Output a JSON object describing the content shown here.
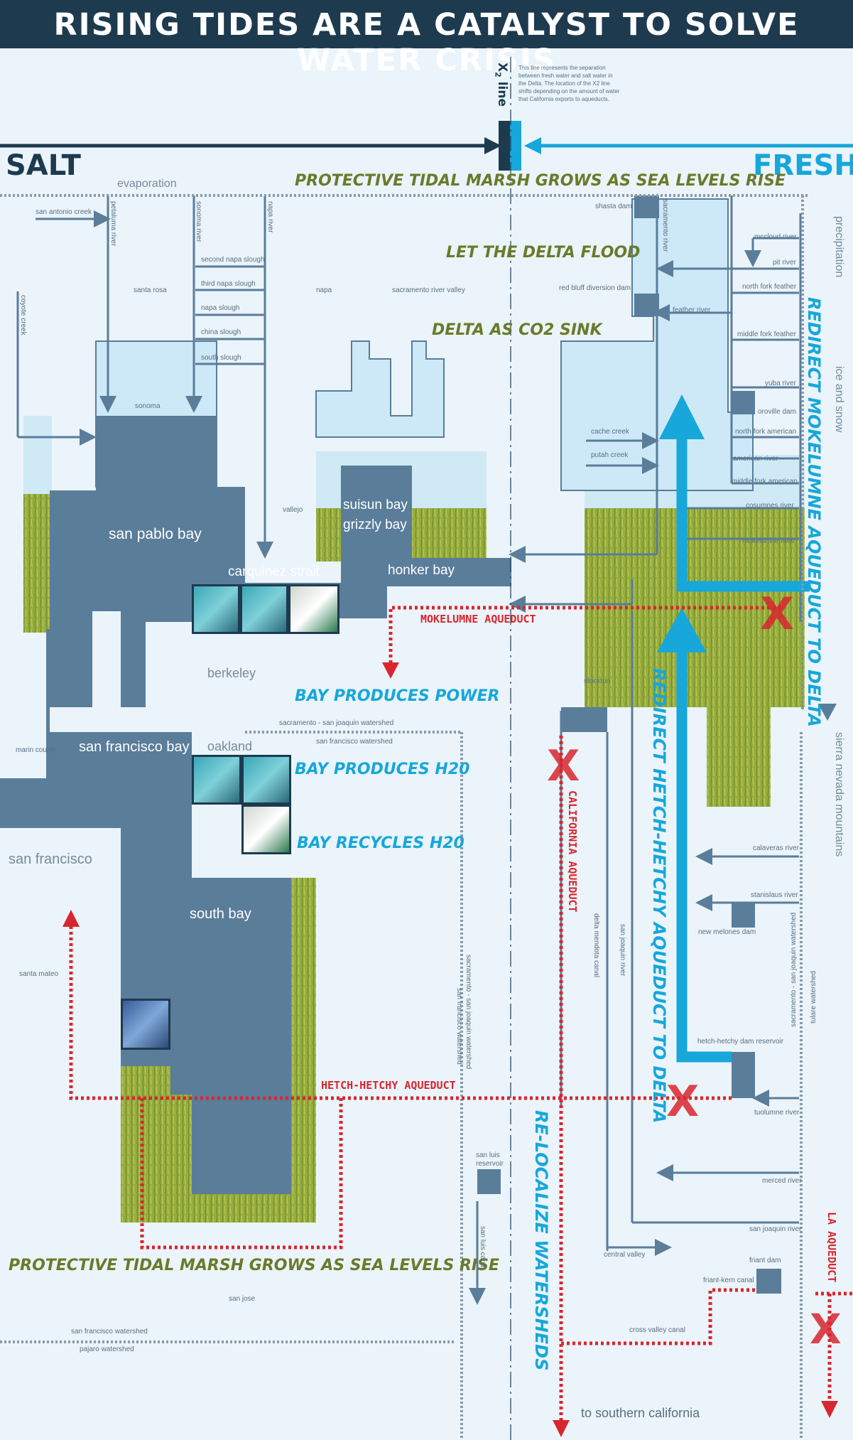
{
  "title": "RISING TIDES ARE A CATALYST TO SOLVE WATER CRISIS",
  "x2": {
    "label": "X",
    "sub": "2",
    "word": "line",
    "note": [
      "This line represents the separation",
      "between fresh water and salt water in",
      "the Delta. The location of the X2 line",
      "shifts depending on the amount of water",
      "that California exports to aqueducts."
    ]
  },
  "salt": "SALT",
  "fresh": "FRESH",
  "headlines": {
    "marsh_top": "PROTECTIVE TIDAL MARSH GROWS AS SEA LEVELS RISE",
    "delta_flood": "LET THE DELTA FLOOD",
    "co2": "DELTA AS CO2 SINK",
    "power": "BAY PRODUCES POWER",
    "h2o": "BAY PRODUCES H20",
    "recycle": "BAY RECYCLES H20",
    "marsh_bottom": "PROTECTIVE TIDAL MARSH GROWS AS SEA LEVELS RISE",
    "mokelumne_redirect": "REDIRECT MOKELUMNE AQUEDUCT TO DELTA",
    "hetch_redirect": "REDIRECT HETCH-HETCHY AQUEDUCT TO DELTA",
    "relocalize": "RE-LOCALIZE WATERSHEDS"
  },
  "bays": {
    "san_pablo": "san pablo bay",
    "carquinez": "carquinez strait",
    "suisun": "suisun bay",
    "grizzly": "grizzly bay",
    "honker": "honker bay",
    "sf_bay": "san francisco bay",
    "south_bay": "south bay"
  },
  "cities": {
    "berkeley": "berkeley",
    "oakland": "oakland",
    "san_francisco": "san francisco",
    "marin": "marin county",
    "santa_rosa": "santa rosa",
    "napa": "napa",
    "sonoma": "sonoma",
    "vallejo": "vallejo",
    "stockton": "stockton",
    "santa_mateo": "santa mateo",
    "san_jose": "san jose",
    "central_valley": "central valley",
    "to_socal": "to southern california"
  },
  "aqueducts": {
    "mokelumne": "MOKELUMNE AQUEDUCT",
    "hetch": "HETCH-HETCHY AQUEDUCT",
    "california": "CALIFORNIA AQUEDUCT",
    "la": "LA AQUEDUCT"
  },
  "labels": {
    "evaporation": "evaporation",
    "precipitation": "precipitation",
    "ice_snow": "ice and snow",
    "sierra": "sierra nevada mountains",
    "san_antonio": "san antonio creek",
    "petaluma": "petaluma river",
    "sonoma_river": "sonoma river",
    "napa_river": "napa river",
    "coyote": "coyote creek",
    "second_napa": "second napa slough",
    "third_napa": "third napa slough",
    "napa_slough": "napa slough",
    "china": "china slough",
    "south_slough": "south slough",
    "sac_valley": "sacramento river valley",
    "shasta": "shasta dam",
    "sac_river": "sacramento river",
    "red_bluff": "red bluff diversion dam",
    "mccloud": "mccloud river",
    "pit": "pit river",
    "nf_feather": "north fork feather",
    "feather": "feather river",
    "mf_feather": "middle fork feather",
    "yuba": "yuba river",
    "oroville": "oroville dam",
    "nf_american": "north fork american",
    "cache": "cache creek",
    "putah": "putah creek",
    "american": "american river",
    "mf_american": "middle fork american",
    "cosumnes": "cosumnes river",
    "mokelumne_river": "mokelumne river",
    "sac_sj_ws": "sacramento - san joaquin watershed",
    "sf_ws": "san francisco watershed",
    "delta_mendota": "delta mendota canal",
    "sj_river": "san joaquin river",
    "calaveras": "calaveras river",
    "stanislaus": "stanislaus river",
    "new_melones": "new melones dam",
    "hh_reservoir": "hetch-hetchy dam reservoir",
    "tuolumne": "tuolumne river",
    "merced": "merced river",
    "sj_river2": "san joaquin river",
    "san_luis_res": "san luis reservoir",
    "san_luis_canal": "san luis canal",
    "friant": "friant dam",
    "friant_kern": "friant-kern canal",
    "cross_valley": "cross valley canal",
    "sf_ws_bottom": "san francisco watershed",
    "pajaro": "pajaro watershed",
    "sac_sj_vert": "sacramento - san joaquin watershed",
    "sf_vert": "san francisco watershed",
    "sac_sj_vert2": "sacramento - san joaquin watershed",
    "tulare": "tulare watershed"
  },
  "colors": {
    "navy": "#1e3a4f",
    "bay": "#5a7d9a",
    "fresh": "#17a7da",
    "olive": "#6b7a2a",
    "red": "#d9262e",
    "bg": "#eaf4fa"
  },
  "icons": [
    "x2-marker-icon",
    "x-mark-icon",
    "arrow-icon"
  ]
}
